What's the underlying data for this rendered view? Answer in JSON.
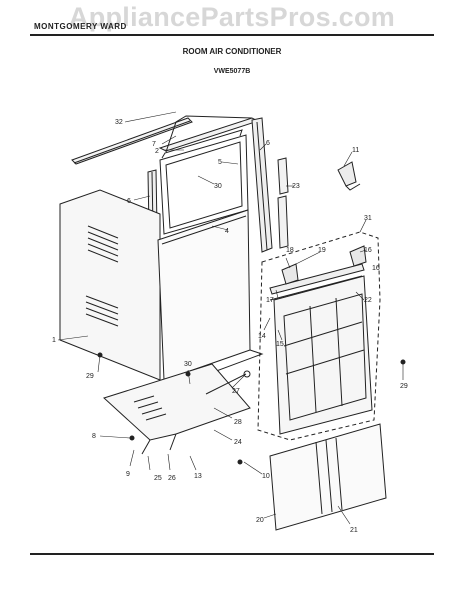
{
  "header": {
    "brand": "MONTGOMERY WARD",
    "title": "ROOM AIR CONDITIONER",
    "model": "VWE5077B",
    "watermark": "AppliancePartsPros.com"
  },
  "callouts": {
    "c32": "32",
    "c7": "7",
    "c2": "2",
    "c6a": "6",
    "c5": "5",
    "c30a": "30",
    "c6b": "6",
    "c4": "4",
    "c11": "11",
    "c23": "23",
    "c1": "1",
    "c29a": "29",
    "c31": "31",
    "c18": "18",
    "c19": "19",
    "c16a": "16",
    "c16b": "16",
    "c17": "17",
    "c22": "22",
    "c14": "14",
    "c15": "15",
    "c29b": "29",
    "c30b": "30",
    "c27": "27",
    "c28": "28",
    "c24": "24",
    "c8": "8",
    "c9": "9",
    "c25": "25",
    "c26": "26",
    "c13": "13",
    "c10": "10",
    "c20": "20",
    "c21": "21"
  }
}
